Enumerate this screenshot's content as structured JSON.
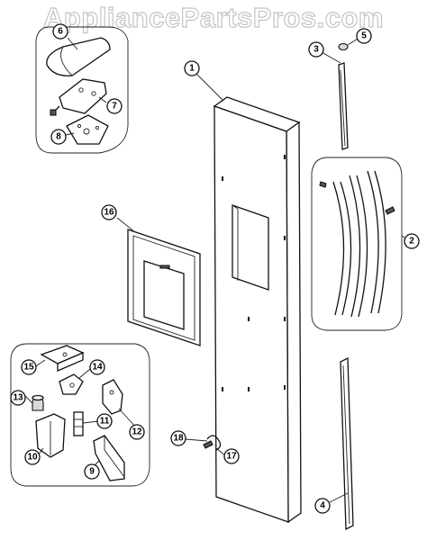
{
  "watermark": "AppliancePartsPros.com",
  "callouts": {
    "c1": "1",
    "c2": "2",
    "c3": "3",
    "c4": "4",
    "c5": "5",
    "c6": "6",
    "c7": "7",
    "c8": "8",
    "c9": "9",
    "c10": "10",
    "c11": "11",
    "c12": "12",
    "c13": "13",
    "c14": "14",
    "c15": "15",
    "c16": "16",
    "c17": "17",
    "c18": "18"
  }
}
